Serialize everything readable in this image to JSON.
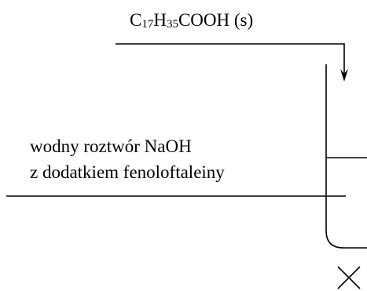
{
  "reagent": {
    "prefix": "C",
    "sub1": "17",
    "mid": "H",
    "sub2": "35",
    "suffix": "COOH (s)"
  },
  "solution": {
    "line1": "wodny roztwór NaOH",
    "line2": "z dodatkiem fenoloftaleiny"
  },
  "colors": {
    "stroke": "#000000",
    "background": "#ffffff"
  }
}
